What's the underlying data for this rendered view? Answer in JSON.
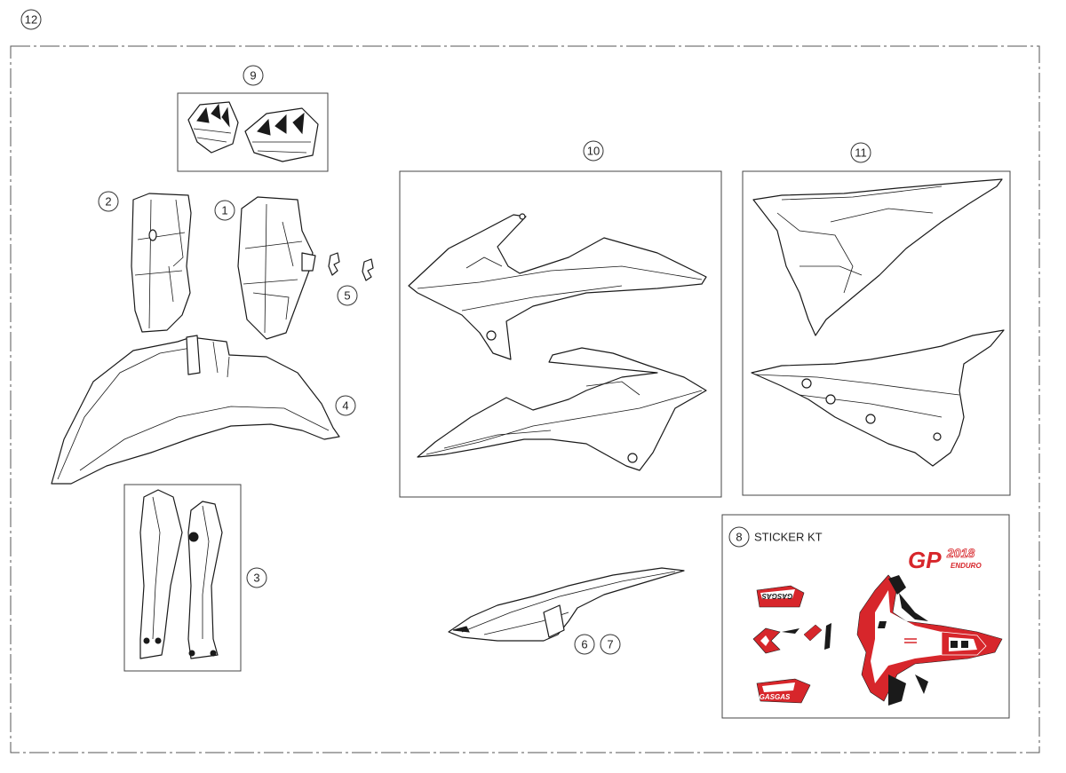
{
  "diagram": {
    "page_callout": "12",
    "callouts": {
      "p1": "1",
      "p2": "2",
      "p3": "3",
      "p4": "4",
      "p5": "5",
      "p6": "6",
      "p7": "7",
      "p8": "8",
      "p9": "9",
      "p10": "10",
      "p11": "11"
    },
    "sticker_kit": {
      "title": "STICKER KT",
      "logo_main": "GP",
      "logo_year": "2018",
      "logo_sub": "ENDURO",
      "brand_small": "GASGAS"
    },
    "colors": {
      "line": "#1a1a1a",
      "sticker_red": "#d7262b",
      "sticker_black": "#1a1a1a"
    }
  }
}
